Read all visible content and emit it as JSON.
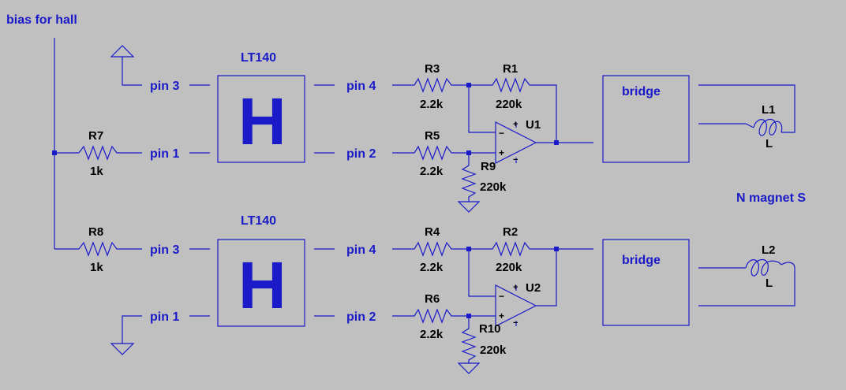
{
  "colors": {
    "background": "#c0c0c0",
    "wire": "#1a1ac8",
    "text_blue": "#1a1ac8",
    "text_black": "#000000"
  },
  "title": "bias for hall",
  "annotation": "N magnet S",
  "sensors": [
    {
      "name": "LT140",
      "symbol": "H",
      "pins": [
        "pin 3",
        "pin 1",
        "pin 4",
        "pin 2"
      ]
    },
    {
      "name": "LT140",
      "symbol": "H",
      "pins": [
        "pin 3",
        "pin 1",
        "pin 4",
        "pin 2"
      ]
    }
  ],
  "resistors": {
    "R7": {
      "ref": "R7",
      "value": "1k"
    },
    "R8": {
      "ref": "R8",
      "value": "1k"
    },
    "R3": {
      "ref": "R3",
      "value": "2.2k"
    },
    "R1": {
      "ref": "R1",
      "value": "220k"
    },
    "R5": {
      "ref": "R5",
      "value": "2.2k"
    },
    "R9": {
      "ref": "R9",
      "value": "220k"
    },
    "R4": {
      "ref": "R4",
      "value": "2.2k"
    },
    "R2": {
      "ref": "R2",
      "value": "220k"
    },
    "R6": {
      "ref": "R6",
      "value": "2.2k"
    },
    "R10": {
      "ref": "R10",
      "value": "220k"
    }
  },
  "opamps": {
    "U1": "U1",
    "U2": "U2"
  },
  "opamp_signs": {
    "plus": "+",
    "minus": "−"
  },
  "bridges": [
    "bridge",
    "bridge"
  ],
  "inductors": {
    "L1": {
      "ref": "L1",
      "value": "L"
    },
    "L2": {
      "ref": "L2",
      "value": "L"
    }
  }
}
